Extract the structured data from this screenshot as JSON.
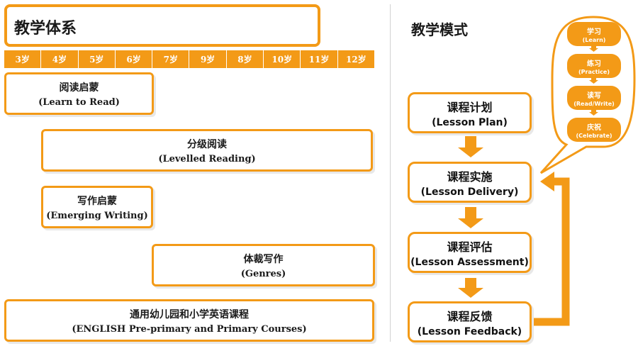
{
  "left": {
    "title": "教学体系",
    "ages": [
      "3岁",
      "4岁",
      "5岁",
      "6岁",
      "7岁",
      "9岁",
      "8岁",
      "10岁",
      "11岁",
      "12岁"
    ],
    "courses": [
      {
        "zh": "阅读启蒙",
        "en": "(Learn to Read)"
      },
      {
        "zh": "分级阅读",
        "en": "(Levelled Reading)"
      },
      {
        "zh": "写作启蒙",
        "en": "(Emerging Writing)"
      },
      {
        "zh": "体裁写作",
        "en": "(Genres)"
      },
      {
        "zh": "通用幼儿园和小学英语课程",
        "en": "(ENGLISH Pre-primary and Primary Courses)"
      }
    ]
  },
  "right": {
    "title": "教学模式",
    "steps": [
      {
        "zh": "课程计划",
        "en": "(Lesson Plan)"
      },
      {
        "zh": "课程实施",
        "en": "(Lesson Delivery)"
      },
      {
        "zh": "课程评估",
        "en": "(Lesson Assessment)"
      },
      {
        "zh": "课程反馈",
        "en": "(Lesson Feedback)"
      }
    ],
    "bubble": [
      {
        "zh": "学习",
        "en": "(Learn)"
      },
      {
        "zh": "练习",
        "en": "(Practice)"
      },
      {
        "zh": "读写",
        "en": "(Read/Write)"
      },
      {
        "zh": "庆祝",
        "en": "(Celebrate)"
      }
    ]
  },
  "colors": {
    "accent": "#f39a17"
  }
}
